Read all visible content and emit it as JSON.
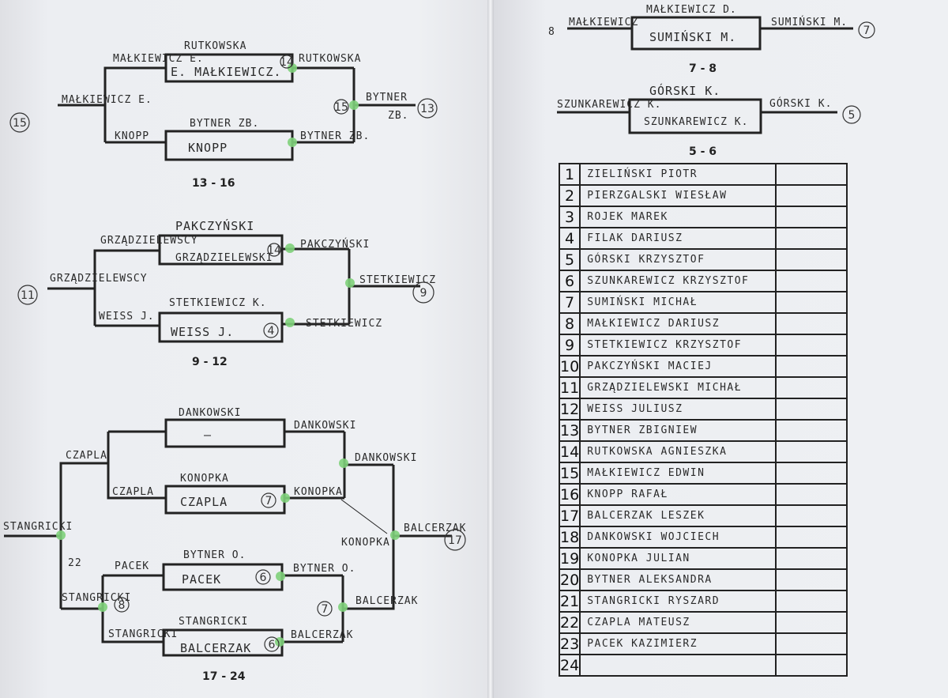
{
  "bracket_13_16": {
    "label": "13 - 16",
    "seed": "MAŁKIEWICZ E.",
    "top_pair_in": "MAŁKIEWICZ E.",
    "top_opponent": "RUTKOWSKA",
    "top_box": "E. MAŁKIEWICZ.",
    "top_score_circle": "14",
    "top_winner": "RUTKOWSKA",
    "bottom_pair_in": "KNOPP",
    "bottom_opponent": "BYTNER ZB.",
    "bottom_box": "KNOPP",
    "bottom_winner": "BYTNER ZB.",
    "final_circle": "15",
    "final_winner_circle": "13",
    "final_winner": "BYTNER",
    "final_winner_sub": "ZB.",
    "left_circle": "15",
    "right_circle": "13"
  },
  "bracket_9_12": {
    "label": "9 - 12",
    "seed": "GRZĄDZIELEWSCY",
    "top_pair_in": "GRZĄDZIELEWSCY",
    "top_opponent": "PAKCZYŃSKI",
    "top_box": "GRZĄDZIELEWSKI",
    "top_circle": "14",
    "top_winner": "PAKCZYŃSKI",
    "bottom_pair_in": "WEISS J.",
    "bottom_opponent": "STETKIEWICZ K.",
    "bottom_box": "WEISS J.",
    "bottom_circle": "4",
    "bottom_winner": "STETKIEWICZ",
    "final_winner": "STETKIEWICZ",
    "left_circle": "11",
    "right_circle": "9"
  },
  "bracket_17_24": {
    "label": "17 - 24",
    "box1_top": "DANKOWSKI",
    "box1": "—",
    "box1_winner": "DANKOWSKI",
    "czapla_in": "CZAPLA",
    "czapla_in2": "CZAPLA",
    "box2_top": "KONOPKA",
    "box2": "CZAPLA",
    "box2_circle": "7",
    "box2_winner": "KONOPKA",
    "semi1_winner": "DANKOWSKI",
    "konopka_note": "KONOPKA",
    "final_winner": "BALCERZAK",
    "final_circle": "17",
    "seed_left": "STANGRICKI",
    "num_22": "22",
    "pacek_in": "PACEK",
    "box3_top": "BYTNER O.",
    "box3": "PACEK",
    "box3_circle": "6",
    "box3_winner": "BYTNER O.",
    "stangricki_in": "STANGRICKI",
    "stangricki_circle": "8",
    "semi2_circle": "7",
    "semi2_winner": "BALCERZAK",
    "stangricki_in2": "STANGRICKI",
    "box4_top": "STANGRICKI",
    "box4": "BALCERZAK",
    "box4_circle": "6",
    "box4_winner": "BALCERZAK"
  },
  "bracket_7_8": {
    "label": "7 - 8",
    "left_num": "8",
    "left_name": "MAŁKIEWICZ",
    "top": "MAŁKIEWICZ D.",
    "box": "SUMIŃSKI M.",
    "winner": "SUMIŃSKI M.",
    "right_circle": "7"
  },
  "bracket_5_6": {
    "label": "5 - 6",
    "left_name": "SZUNKAREWICZ K.",
    "top": "GÓRSKI K.",
    "box": "SZUNKAREWICZ K.",
    "winner": "GÓRSKI K.",
    "right_circle": "5"
  },
  "ranking": [
    {
      "num": "1",
      "name": "ZIELIŃSKI PIOTR"
    },
    {
      "num": "2",
      "name": "PIERZGALSKI WIESŁAW"
    },
    {
      "num": "3",
      "name": "ROJEK MAREK"
    },
    {
      "num": "4",
      "name": "FILAK DARIUSZ"
    },
    {
      "num": "5",
      "name": "GÓRSKI KRZYSZTOF"
    },
    {
      "num": "6",
      "name": "SZUNKAREWICZ KRZYSZTOF"
    },
    {
      "num": "7",
      "name": "SUMIŃSKI MICHAŁ"
    },
    {
      "num": "8",
      "name": "MAŁKIEWICZ DARIUSZ"
    },
    {
      "num": "9",
      "name": "STETKIEWICZ KRZYSZTOF"
    },
    {
      "num": "10",
      "name": "PAKCZYŃSKI MACIEJ"
    },
    {
      "num": "11",
      "name": "GRZĄDZIELEWSKI MICHAŁ"
    },
    {
      "num": "12",
      "name": "WEISS JULIUSZ"
    },
    {
      "num": "13",
      "name": "BYTNER ZBIGNIEW"
    },
    {
      "num": "14",
      "name": "RUTKOWSKA AGNIESZKA"
    },
    {
      "num": "15",
      "name": "MAŁKIEWICZ EDWIN"
    },
    {
      "num": "16",
      "name": "KNOPP RAFAŁ"
    },
    {
      "num": "17",
      "name": "BALCERZAK LESZEK"
    },
    {
      "num": "18",
      "name": "DANKOWSKI WOJCIECH"
    },
    {
      "num": "19",
      "name": "KONOPKA JULIAN"
    },
    {
      "num": "20",
      "name": "BYTNER ALEKSANDRA"
    },
    {
      "num": "21",
      "name": "STANGRICKI RYSZARD"
    },
    {
      "num": "22",
      "name": "CZAPLA MATEUSZ"
    },
    {
      "num": "23",
      "name": "PACEK KAZIMIERZ"
    },
    {
      "num": "24",
      "name": ""
    }
  ]
}
